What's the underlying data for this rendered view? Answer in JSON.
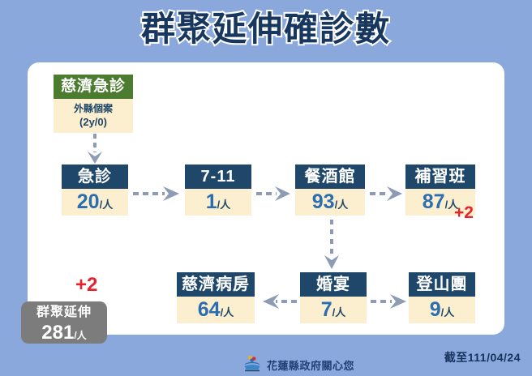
{
  "title": "群聚延伸確診數",
  "colors": {
    "background": "#8ba8dc",
    "card": "#ffffff",
    "node_header": "#1f4769",
    "node_body": "#fcefcf",
    "number": "#2a6db0",
    "source_header": "#4c7c30",
    "accent_red": "#e8222a",
    "total_pill": "#7c7c7c",
    "arrow": "#8d9cb4"
  },
  "source": {
    "header": "慈濟急診",
    "line1": "外縣個案",
    "line2": "(2y/0)"
  },
  "nodes": [
    {
      "id": "er",
      "header": "急診",
      "number": "20",
      "unit": "/人"
    },
    {
      "id": "711",
      "header": "7-11",
      "number": "1",
      "unit": "/人"
    },
    {
      "id": "bar",
      "header": "餐酒館",
      "number": "93",
      "unit": "/人"
    },
    {
      "id": "cram",
      "header": "補習班",
      "number": "87",
      "unit": "/人",
      "delta": "+2"
    },
    {
      "id": "ward",
      "header": "慈濟病房",
      "number": "64",
      "unit": "/人"
    },
    {
      "id": "wedding",
      "header": "婚宴",
      "number": "7",
      "unit": "/人"
    },
    {
      "id": "hiking",
      "header": "登山團",
      "number": "9",
      "unit": "/人"
    }
  ],
  "total": {
    "delta": "+2",
    "label": "群聚延伸",
    "number": "281",
    "unit": "/人"
  },
  "footer": {
    "org": "花蓮縣政府關心您",
    "date": "截至111/04/24",
    "logo_icon": "hualien-county-logo-icon"
  }
}
